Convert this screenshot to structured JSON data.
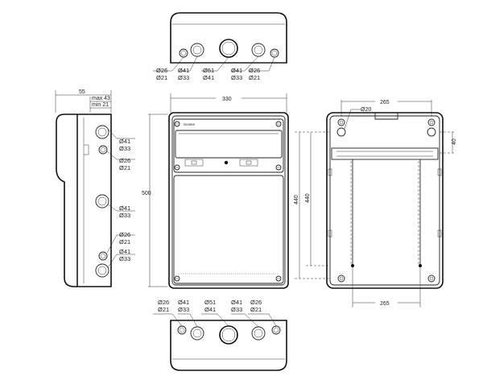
{
  "dimensions": {
    "side_depth": "55",
    "max": "max 43",
    "min": "min 21",
    "front_width": "330",
    "height": "500",
    "rear_top_width": "265",
    "rear_hole": "Ø20",
    "rear_rail_offset": "40",
    "rear_height_a": "440",
    "rear_height_b": "440",
    "rear_bottom_width": "265"
  },
  "top_view": [
    [
      "Ø26",
      "Ø21"
    ],
    [
      "Ø41",
      "Ø33"
    ],
    [
      "Ø51",
      "Ø41"
    ],
    [
      "Ø41",
      "Ø33"
    ],
    [
      "Ø26",
      "Ø21"
    ]
  ],
  "bottom_view": [
    [
      "Ø26",
      "Ø21"
    ],
    [
      "Ø41",
      "Ø33"
    ],
    [
      "Ø51",
      "Ø41"
    ],
    [
      "Ø41",
      "Ø33"
    ],
    [
      "Ø26",
      "Ø21"
    ]
  ],
  "side_view": [
    [
      "Ø41",
      "Ø33"
    ],
    [
      "Ø26",
      "Ø21"
    ],
    [
      "Ø41",
      "Ø33"
    ],
    [
      "Ø26",
      "Ø21"
    ],
    [
      "Ø41",
      "Ø33"
    ]
  ],
  "front_brand": "Scame"
}
